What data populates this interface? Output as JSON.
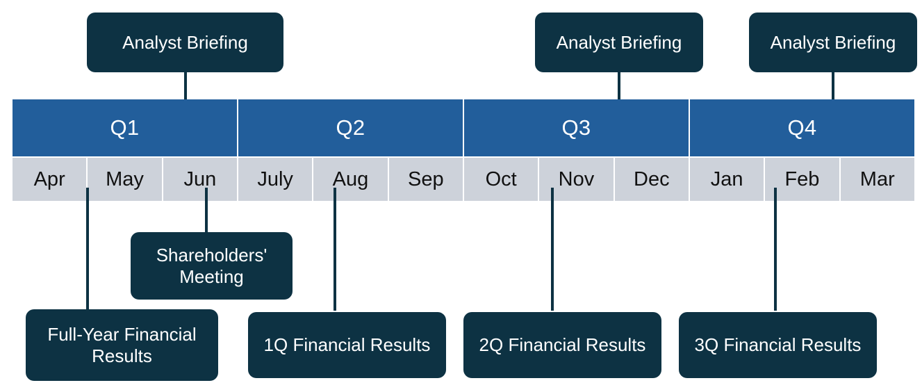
{
  "diagram": {
    "title": "Fiscal Year IR Calendar Timeline",
    "colors": {
      "quarter_bar": "#225E9B",
      "month_bar": "#CDD2DA",
      "callout": "#0D3243",
      "callout_text": "#FFFFFF",
      "month_text": "#111111",
      "background": "#FFFFFF"
    }
  },
  "timeline": {
    "quarters": [
      {
        "label": "Q1"
      },
      {
        "label": "Q2"
      },
      {
        "label": "Q3"
      },
      {
        "label": "Q4"
      }
    ],
    "months": [
      {
        "label": "Apr"
      },
      {
        "label": "May"
      },
      {
        "label": "Jun"
      },
      {
        "label": "July"
      },
      {
        "label": "Aug"
      },
      {
        "label": "Sep"
      },
      {
        "label": "Oct"
      },
      {
        "label": "Nov"
      },
      {
        "label": "Dec"
      },
      {
        "label": "Jan"
      },
      {
        "label": "Feb"
      },
      {
        "label": "Mar"
      }
    ]
  },
  "events_above": [
    {
      "label": "Analyst Briefing",
      "anchor_month": "Jun"
    },
    {
      "label": "Analyst Briefing",
      "anchor_month": "Nov"
    },
    {
      "label": "Analyst Briefing",
      "anchor_month": "Feb"
    }
  ],
  "events_below": [
    {
      "label": "Shareholders'\nMeeting",
      "line1": "Shareholders'",
      "line2": "Meeting",
      "anchor_month": "Jun"
    },
    {
      "label": "Full-Year Financial Results",
      "line1": "Full-Year Financial",
      "line2": "Results",
      "anchor_month": "May"
    },
    {
      "label": "1Q Financial Results",
      "anchor_month": "Aug"
    },
    {
      "label": "2Q Financial Results",
      "anchor_month": "Nov"
    },
    {
      "label": "3Q Financial Results",
      "anchor_month": "Feb"
    }
  ]
}
